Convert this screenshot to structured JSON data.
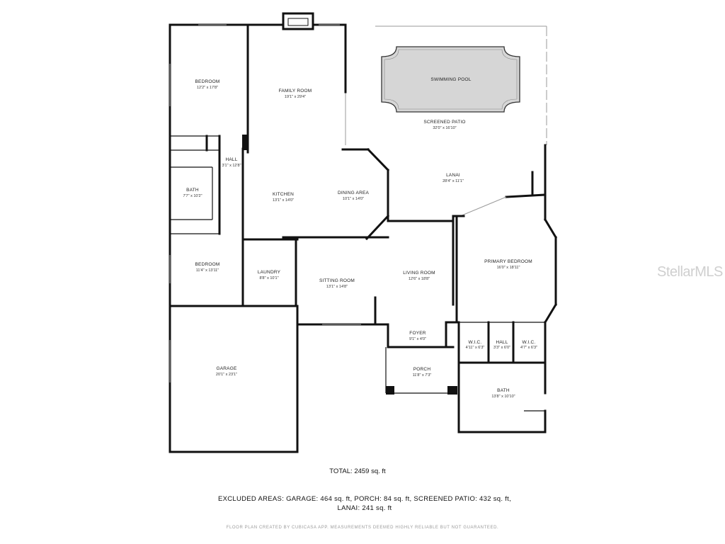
{
  "rooms": {
    "bedroom1": {
      "name": "BEDROOM",
      "dim": "12'2\" x 17'8\""
    },
    "family": {
      "name": "FAMILY ROOM",
      "dim": "19'1\" x 29'4\""
    },
    "pool": {
      "name": "SWIMMING POOL"
    },
    "screened": {
      "name": "SCREENED PATIO",
      "dim": "32'0\" x 16'10\""
    },
    "hall1": {
      "name": "HALL",
      "dim": "3'1\" x 12'8\""
    },
    "lanai": {
      "name": "LANAI",
      "dim": "28'4\" x 11'1\""
    },
    "bath1": {
      "name": "BATH",
      "dim": "7'7\" x 10'2\""
    },
    "kitchen": {
      "name": "KITCHEN",
      "dim": "13'1\" x 14'0\""
    },
    "dining": {
      "name": "DINING AREA",
      "dim": "10'1\" x 14'0\""
    },
    "bedroom2": {
      "name": "BEDROOM",
      "dim": "11'4\" x 13'11\""
    },
    "laundry": {
      "name": "LAUNDRY",
      "dim": "8'8\" x 10'1\""
    },
    "sitting": {
      "name": "SITTING ROOM",
      "dim": "13'1\" x 14'8\""
    },
    "living": {
      "name": "LIVING ROOM",
      "dim": "12'6\" x 18'8\""
    },
    "primary": {
      "name": "PRIMARY BEDROOM",
      "dim": "16'0\" x 18'11\""
    },
    "foyer": {
      "name": "FOYER",
      "dim": "9'1\" x 4'0\""
    },
    "wic1": {
      "name": "W.I.C.",
      "dim": "4'11\" x 6'3\""
    },
    "hall2": {
      "name": "HALL",
      "dim": "3'3\" x 6'0\""
    },
    "wic2": {
      "name": "W.I.C.",
      "dim": "4'7\" x 6'3\""
    },
    "garage": {
      "name": "GARAGE",
      "dim": "20'1\" x 23'1\""
    },
    "porch": {
      "name": "PORCH",
      "dim": "11'8\" x 7'3\""
    },
    "bath2": {
      "name": "BATH",
      "dim": "13'8\" x 10'10\""
    }
  },
  "total": "TOTAL: 2459 sq. ft",
  "excluded_line1": "EXCLUDED AREAS: GARAGE: 464 sq. ft, PORCH: 84 sq. ft, SCREENED PATIO: 432 sq. ft,",
  "excluded_line2": "LANAI: 241 sq. ft",
  "disclaimer": "FLOOR PLAN CREATED BY CUBICASA APP. MEASUREMENTS DEEMED HIGHLY RELIABLE BUT NOT GUARANTEED.",
  "watermark": "StellarMLS"
}
